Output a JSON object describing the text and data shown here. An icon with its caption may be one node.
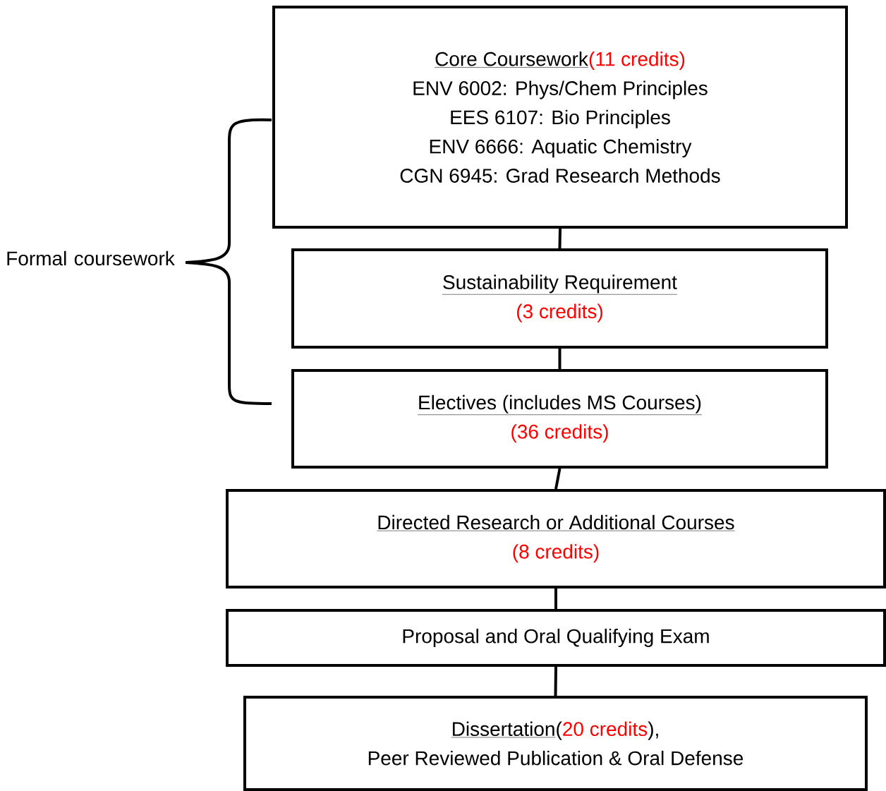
{
  "diagram": {
    "nodes": [
      {
        "text": [
          "Core Coursework",
          "(11 credits)",
          "ENV 6002: Phys/Chem Principles",
          "EES 6107: Bio Principles",
          "ENV 6666: Aquatic Chemistry",
          "CGN 6945: Grad Research Methods"
        ]
      },
      {
        "text": [
          "Sustainability Requirement",
          "(3 credits)"
        ]
      },
      {
        "text": [
          "Electives (includes MS Courses)",
          "(36 credits)"
        ]
      },
      {
        "text": [
          "Directed Research or Additional Courses",
          "(8 credits)"
        ]
      },
      {
        "text": [
          "Proposal and Oral Qualifying Exam"
        ]
      },
      {
        "text": [
          "Dissertation",
          "(",
          "20 credits",
          "),",
          "Peer Reviewed Publication & Oral Defense"
        ]
      }
    ],
    "edges": [
      {
        "from": 0,
        "to": 1,
        "arrow": "none"
      },
      {
        "from": 1,
        "to": 2,
        "arrow": "none"
      },
      {
        "from": 2,
        "to": 3,
        "arrow": "none"
      },
      {
        "from": 3,
        "to": 4,
        "arrow": "none"
      },
      {
        "from": 4,
        "to": 5,
        "arrow": "none"
      }
    ],
    "labels": [
      "Formal coursework"
    ]
  }
}
